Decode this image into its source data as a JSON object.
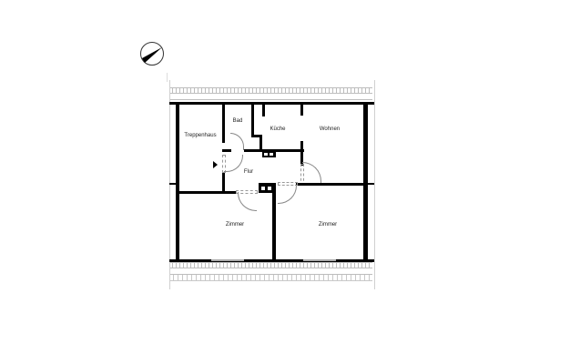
{
  "compass": {
    "icon": "north-arrow-icon"
  },
  "floorplan": {
    "rooms": [
      {
        "id": "treppenhaus",
        "label": "Treppenhaus"
      },
      {
        "id": "bad",
        "label": "Bad"
      },
      {
        "id": "kueche",
        "label": "Küche"
      },
      {
        "id": "wohnen",
        "label": "Wohnen"
      },
      {
        "id": "flur",
        "label": "Flur"
      },
      {
        "id": "zimmer1",
        "label": "Zimmer"
      },
      {
        "id": "zimmer2",
        "label": "Zimmer"
      }
    ],
    "entrance_marker": "entrance-arrow-icon"
  }
}
